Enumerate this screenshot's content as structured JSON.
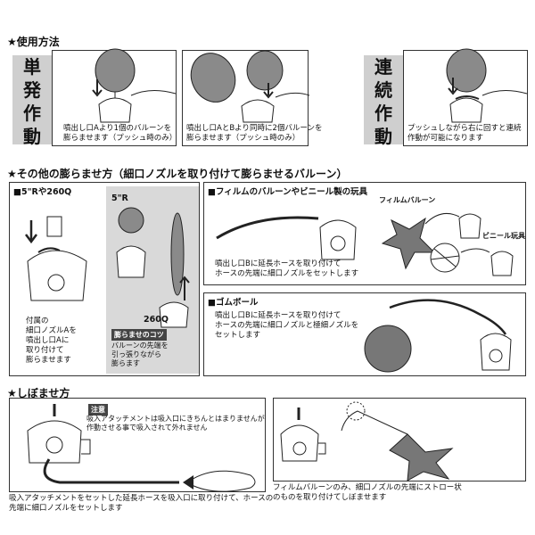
{
  "usage": {
    "title": "★使用方法",
    "single": {
      "label": "単発作動",
      "chars": [
        "単",
        "発",
        "作",
        "動"
      ],
      "caption1": "噴出し口Aより1個のバルーンを\n膨らませます（プッシュ時のみ）",
      "caption2": "噴出し口AとBより同時に2個バルーンを\n膨らませます（プッシュ時のみ）"
    },
    "continuous": {
      "label": "連続作動",
      "chars": [
        "連",
        "続",
        "作",
        "動"
      ],
      "caption": "プッシュしながら右に回すと連続\n作動が可能になります"
    }
  },
  "other": {
    "title": "★その他の膨らませ方（細口ノズルを取り付けて膨らませるバルーン）",
    "panel_5r": {
      "heading": "■5\"Rや260Q",
      "label_5r": "5\"R",
      "label_260q": "260Q",
      "caption": "付属の\n細口ノズルAを\n噴出し口Aに\n取り付けて\n膨らませます",
      "tip_badge": "膨らませのコツ",
      "tip_text": "バルーンの先端を\n引っ張りながら\n膨らます"
    },
    "panel_film": {
      "heading": "■フィルムのバルーンやビニール製の玩具",
      "label_film": "フィルムバルーン",
      "label_vinyl": "ビニール玩具",
      "caption": "噴出し口Bに延長ホースを取り付けて\nホースの先端に細口ノズルをセットします"
    },
    "panel_ball": {
      "heading": "■ゴムボール",
      "caption": "噴出し口Bに延長ホースを取り付けて\nホースの先端に細口ノズルと極細ノズルを\nセットします"
    }
  },
  "deflate": {
    "title": "★しぼませ方",
    "note_badge": "注意",
    "note_text": "吸入アタッチメントは吸入口にきちんとはまりませんが\n作動させる事で吸入されて外れません",
    "caption1": "吸入アタッチメントをセットした延長ホースを吸入口に取り付けて、ホースの\n先端に細口ノズルをセットします",
    "caption2": "フィルムバルーンのみ、細口ノズルの先端にストロー状\nのものを取り付けてしぼませます"
  },
  "colors": {
    "balloon": "#8a8a8a",
    "panel_gray": "#d9d9d9",
    "label_gray": "#cfcfcf"
  }
}
